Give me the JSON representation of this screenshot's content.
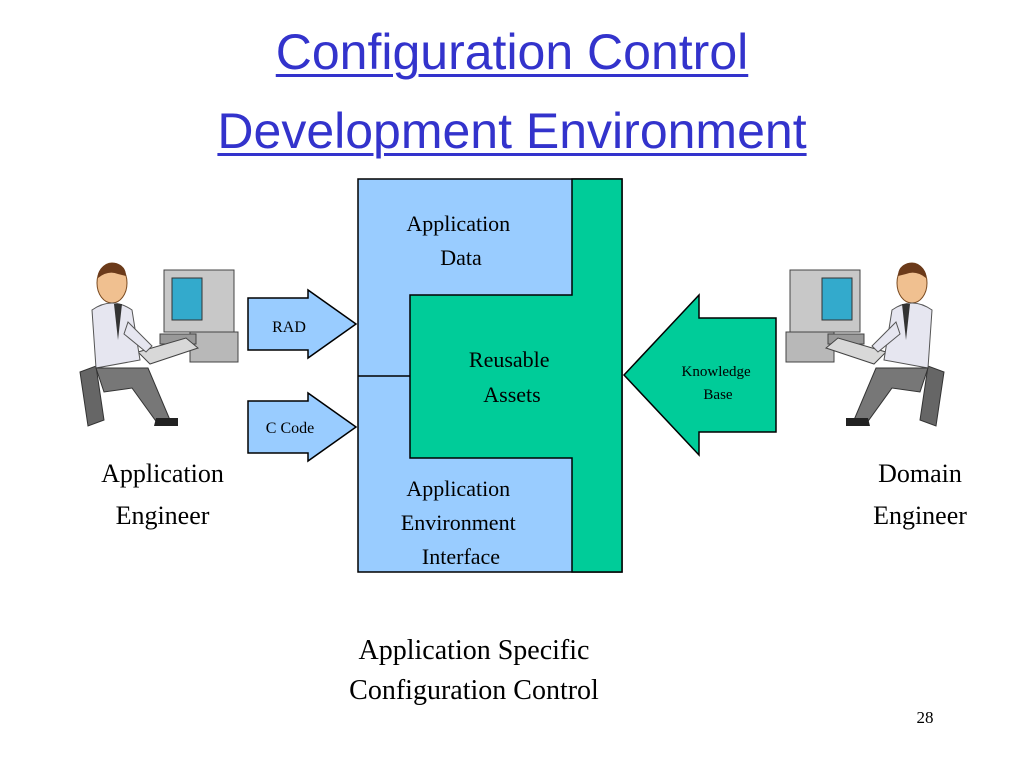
{
  "slide": {
    "title_line_1": "Configuration Control",
    "title_line_2": "Development Environment",
    "page_number": "28"
  },
  "diagram": {
    "app_data": [
      "Application",
      "Data"
    ],
    "reusable_assets": [
      "Reusable",
      "Assets"
    ],
    "app_env_interface": [
      "Application",
      "Environment",
      "Interface"
    ],
    "rad_arrow": "RAD",
    "c_code_arrow": "C Code",
    "knowledge_base": [
      "Knowledge",
      "Base"
    ]
  },
  "people": {
    "application_engineer": [
      "Application",
      "Engineer"
    ],
    "domain_engineer": [
      "Domain",
      "Engineer"
    ]
  },
  "caption": [
    "Application Specific",
    "Configuration Control"
  ],
  "colors": {
    "title": "#3333cc",
    "light_blue": "#99ccff",
    "green": "#00cc99",
    "shirt": "#e6e6f0",
    "monitor_screen": "#33aacc",
    "computer": "#c8c8c8"
  }
}
